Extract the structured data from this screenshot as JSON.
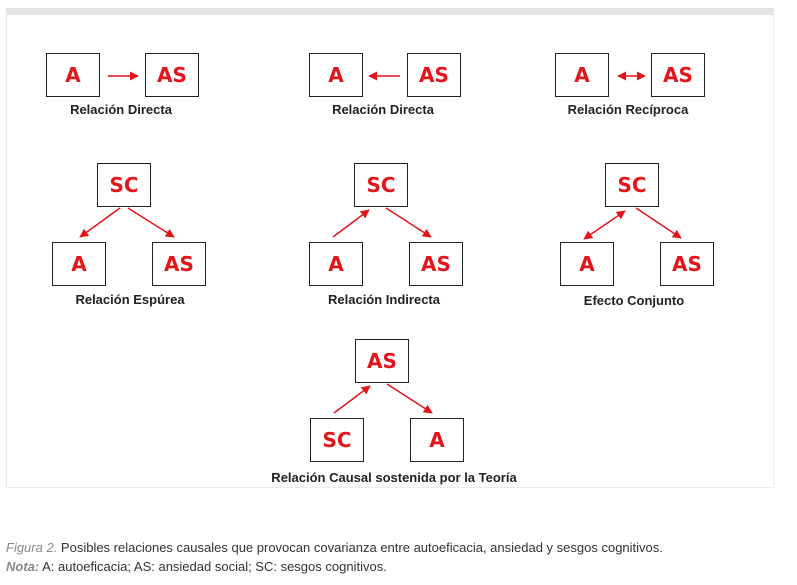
{
  "colors": {
    "node_text": "#e4141b",
    "arrow": "#e4141b",
    "border": "#222222"
  },
  "diagrams": {
    "d1": {
      "left": "A",
      "right": "AS",
      "label": "Relación Directa"
    },
    "d2": {
      "left": "A",
      "right": "AS",
      "label": "Relación Directa"
    },
    "d3": {
      "left": "A",
      "right": "AS",
      "label": "Relación Recíproca"
    },
    "d4": {
      "top": "SC",
      "left": "A",
      "right": "AS",
      "label": "Relación Espúrea"
    },
    "d5": {
      "top": "SC",
      "left": "A",
      "right": "AS",
      "label": "Relación Indirecta"
    },
    "d6": {
      "top": "SC",
      "left": "A",
      "right": "AS",
      "label": "Efecto Conjunto"
    },
    "d7": {
      "top": "AS",
      "left": "SC",
      "right": "A",
      "label": "Relación Causal sostenida por la Teoría"
    }
  },
  "caption": {
    "figure_label": "Figura 2.",
    "figure_text": " Posibles relaciones causales que provocan covarianza entre autoeficacia, ansiedad y sesgos cognitivos.",
    "note_label": "Nota:",
    "note_text": " A: autoeficacia; AS: ansiedad social; SC: sesgos cognitivos."
  }
}
